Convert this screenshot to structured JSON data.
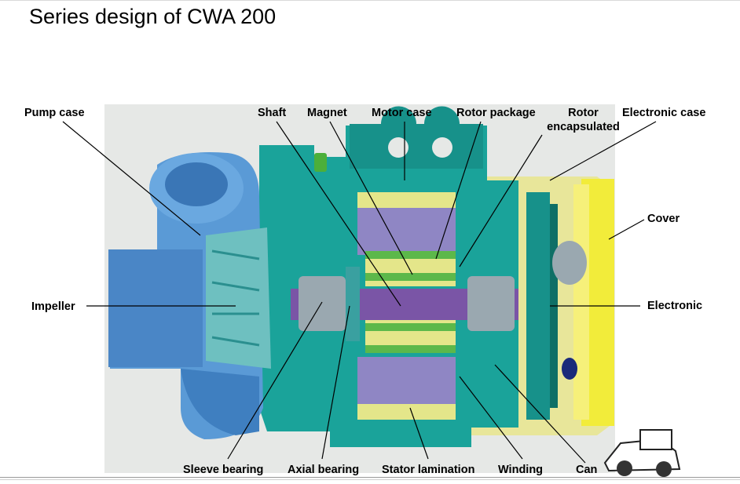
{
  "title": "Series design of CWA 200",
  "labels": {
    "pump_case": "Pump case",
    "shaft": "Shaft",
    "magnet": "Magnet",
    "motor_case": "Motor case",
    "rotor_package": "Rotor package",
    "rotor_encapsulated_1": "Rotor",
    "rotor_encapsulated_2": "encapsulated",
    "electronic_case": "Electronic case",
    "cover": "Cover",
    "impeller": "Impeller",
    "electronic": "Electronic",
    "sleeve_bearing": "Sleeve bearing",
    "axial_bearing": "Axial bearing",
    "stator_lamination": "Stator lamination",
    "winding": "Winding",
    "can": "Can"
  },
  "colors": {
    "background_panel": "#e6e8e6",
    "pump_blue": "#5a9ad6",
    "teal": "#1aa39a",
    "motor_teal": "#3cb4a8",
    "stator_purple": "#8f86c4",
    "stator_yellow": "#e4e68a",
    "rotor_green": "#5cb84a",
    "shaft_purple": "#7a55a6",
    "electronic_yellow": "#f0ea40",
    "bearing_grey": "#9aa8b0"
  }
}
